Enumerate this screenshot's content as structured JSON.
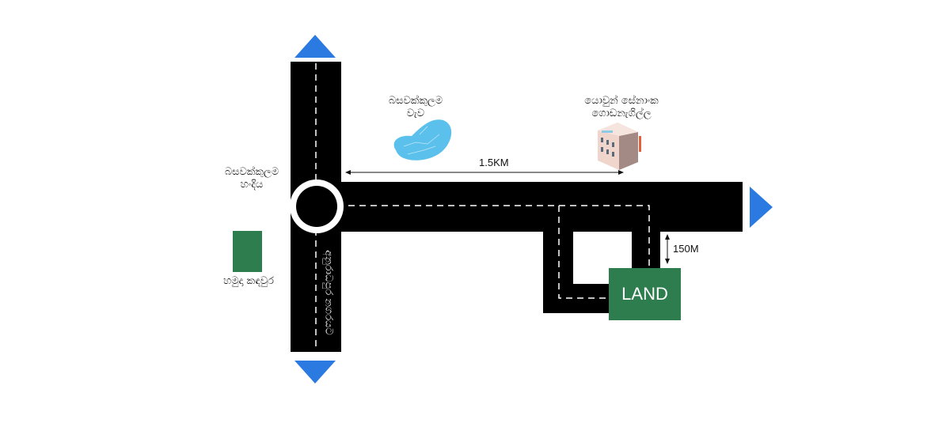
{
  "map": {
    "title": "Land location map",
    "colors": {
      "road": "#000000",
      "road_marking": "#ffffff",
      "arrow": "#2a7ae2",
      "land": "#2e7d4f",
      "tank_water": "#5bc0eb",
      "building": "#e8c4b8"
    },
    "labels": {
      "junction": "බසවක්කුලම\nහංදිය",
      "tank": "බසවක්කුලම\nවැව",
      "hostel": "යොවුන් සේනාංක\nගොඩනැගිල්ල",
      "camp": "හමුදා කඳවුර",
      "road_name": "අනුරාධපුර නගරයට"
    },
    "distances": {
      "main_road": "1.5KM",
      "side_road": "150M"
    },
    "land_label": "LAND",
    "icons": [
      "arrow-up-icon",
      "arrow-down-icon",
      "arrow-right-icon",
      "roundabout-icon",
      "tank-icon",
      "building-icon",
      "camp-icon"
    ]
  }
}
